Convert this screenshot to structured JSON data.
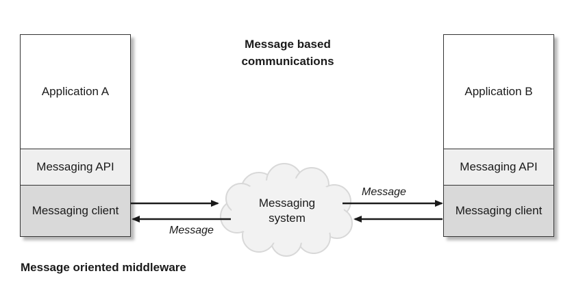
{
  "title": "Message based\ncommunications",
  "title_lines": [
    "Message based",
    "communications"
  ],
  "footer": "Message oriented middleware",
  "application_a": {
    "app_label": "Application A",
    "api_label": "Messaging API",
    "client_label": "Messaging client"
  },
  "application_b": {
    "app_label": "Application B",
    "api_label": "Messaging API",
    "client_label": "Messaging client"
  },
  "cloud": {
    "line1": "Messaging",
    "line2": "system"
  },
  "arrows": {
    "top_label": "Message",
    "bottom_label": "Message"
  },
  "colors": {
    "api_fill": "#efefef",
    "client_fill": "#d9d9d9",
    "stroke": "#333333"
  }
}
